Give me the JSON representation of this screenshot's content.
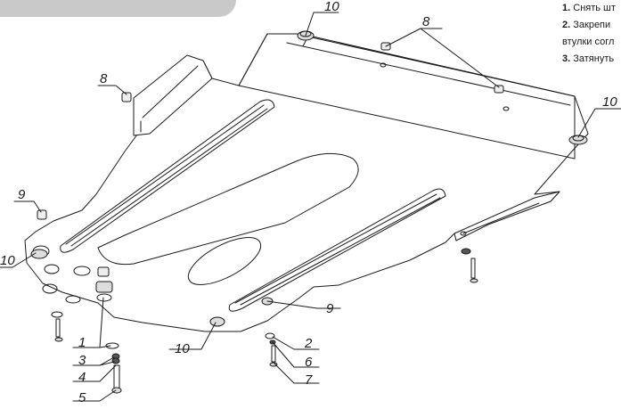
{
  "callouts": [
    {
      "id": "c10a",
      "text": "10"
    },
    {
      "id": "c8a",
      "text": "8"
    },
    {
      "id": "c8b",
      "text": "8"
    },
    {
      "id": "c10b",
      "text": "10"
    },
    {
      "id": "c9a",
      "text": "9"
    },
    {
      "id": "c10c",
      "text": "10"
    },
    {
      "id": "c9b",
      "text": "9"
    },
    {
      "id": "c10d",
      "text": "10"
    },
    {
      "id": "c1",
      "text": "1"
    },
    {
      "id": "c3",
      "text": "3"
    },
    {
      "id": "c4",
      "text": "4"
    },
    {
      "id": "c5",
      "text": "5"
    },
    {
      "id": "c2",
      "text": "2"
    },
    {
      "id": "c6",
      "text": "6"
    },
    {
      "id": "c7",
      "text": "7"
    }
  ],
  "instructions": [
    {
      "num": "1.",
      "text": "Снять шт"
    },
    {
      "num": "2.",
      "text": "Закрепи"
    },
    {
      "num": "",
      "text": "втулки согл"
    },
    {
      "num": "3.",
      "text": "Затянуть"
    }
  ],
  "colors": {
    "line": "#1a1a1a",
    "tab": "#c9c9c9",
    "plate": "#ffffff"
  }
}
